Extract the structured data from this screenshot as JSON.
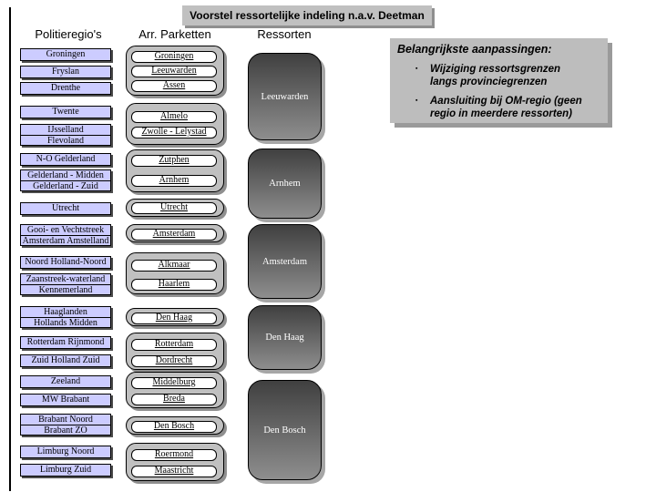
{
  "slide": {
    "title": "Voorstel ressortelijke indeling n.a.v. Deetman"
  },
  "headers": {
    "politieregios": "Politieregio's",
    "parketten": "Arr. Parketten",
    "ressorten": "Ressorten"
  },
  "politieregios": {
    "items": [
      {
        "label": "Groningen"
      },
      {
        "label": "Fryslan"
      },
      {
        "label": "Drenthe"
      },
      {
        "label": "Twente"
      },
      {
        "label": "IJsselland",
        "label2": "Flevoland"
      },
      {
        "label": "N-O Gelderland"
      },
      {
        "label": "Gelderland - Midden",
        "label2": "Gelderland - Zuid"
      },
      {
        "label": "Utrecht"
      },
      {
        "label": "Gooi- en Vechtstreek",
        "label2": "Amsterdam Amstelland"
      },
      {
        "label": "Noord Holland-Noord"
      },
      {
        "label": "Zaanstreek-waterland",
        "label2": "Kennemerland"
      },
      {
        "label": "Haaglanden",
        "label2": "Hollands Midden"
      },
      {
        "label": "Rotterdam Rijnmond"
      },
      {
        "label": "Zuid Holland Zuid"
      },
      {
        "label": "Zeeland"
      },
      {
        "label": "MW Brabant"
      },
      {
        "label": "Brabant Noord",
        "label2": "Brabant ZO"
      },
      {
        "label": "Limburg Noord"
      },
      {
        "label": "Limburg Zuid"
      }
    ]
  },
  "parketten": {
    "groups": [
      {
        "items": [
          "Groningen",
          "Leeuwarden",
          "Assen"
        ]
      },
      {
        "items": [
          "Almelo",
          "Zwolle - Lelystad"
        ]
      },
      {
        "items": [
          "Zutphen",
          "Arnhem"
        ]
      },
      {
        "items": [
          "Utrecht"
        ]
      },
      {
        "items": [
          "Amsterdam"
        ]
      },
      {
        "items": [
          "Alkmaar",
          "Haarlem"
        ]
      },
      {
        "items": [
          "Den Haag"
        ]
      },
      {
        "items": [
          "Rotterdam",
          "Dordrecht"
        ]
      },
      {
        "items": [
          "Middelburg",
          "Breda"
        ]
      },
      {
        "items": [
          "Den Bosch"
        ]
      },
      {
        "items": [
          "Roermond",
          "Maastricht"
        ]
      }
    ]
  },
  "ressorten": {
    "items": [
      "Leeuwarden",
      "Arnhem",
      "Amsterdam",
      "Den Haag",
      "Den Bosch"
    ]
  },
  "notes": {
    "title": "Belangrijkste aanpassingen:",
    "bullet_marker": "▪",
    "bullets": [
      {
        "lines": [
          "Wijziging ressortsgrenzen",
          "langs provinciegrenzen"
        ]
      },
      {
        "lines": [
          "Aansluiting bij OM-regio (geen",
          "regio in meerdere ressorten)"
        ]
      }
    ]
  },
  "colors": {
    "region-box": "#ccccff",
    "parket-group": "#c0c0c0",
    "parket-box": "#ffffff",
    "ressort-top": "#404040",
    "ressort-bottom": "#8e8e8e",
    "panel-gray": "#bdbdbd",
    "title-bar": "#c0c0c0",
    "shadow-dark": "#4d4d4d",
    "shadow-gray": "#8f8f8f"
  }
}
